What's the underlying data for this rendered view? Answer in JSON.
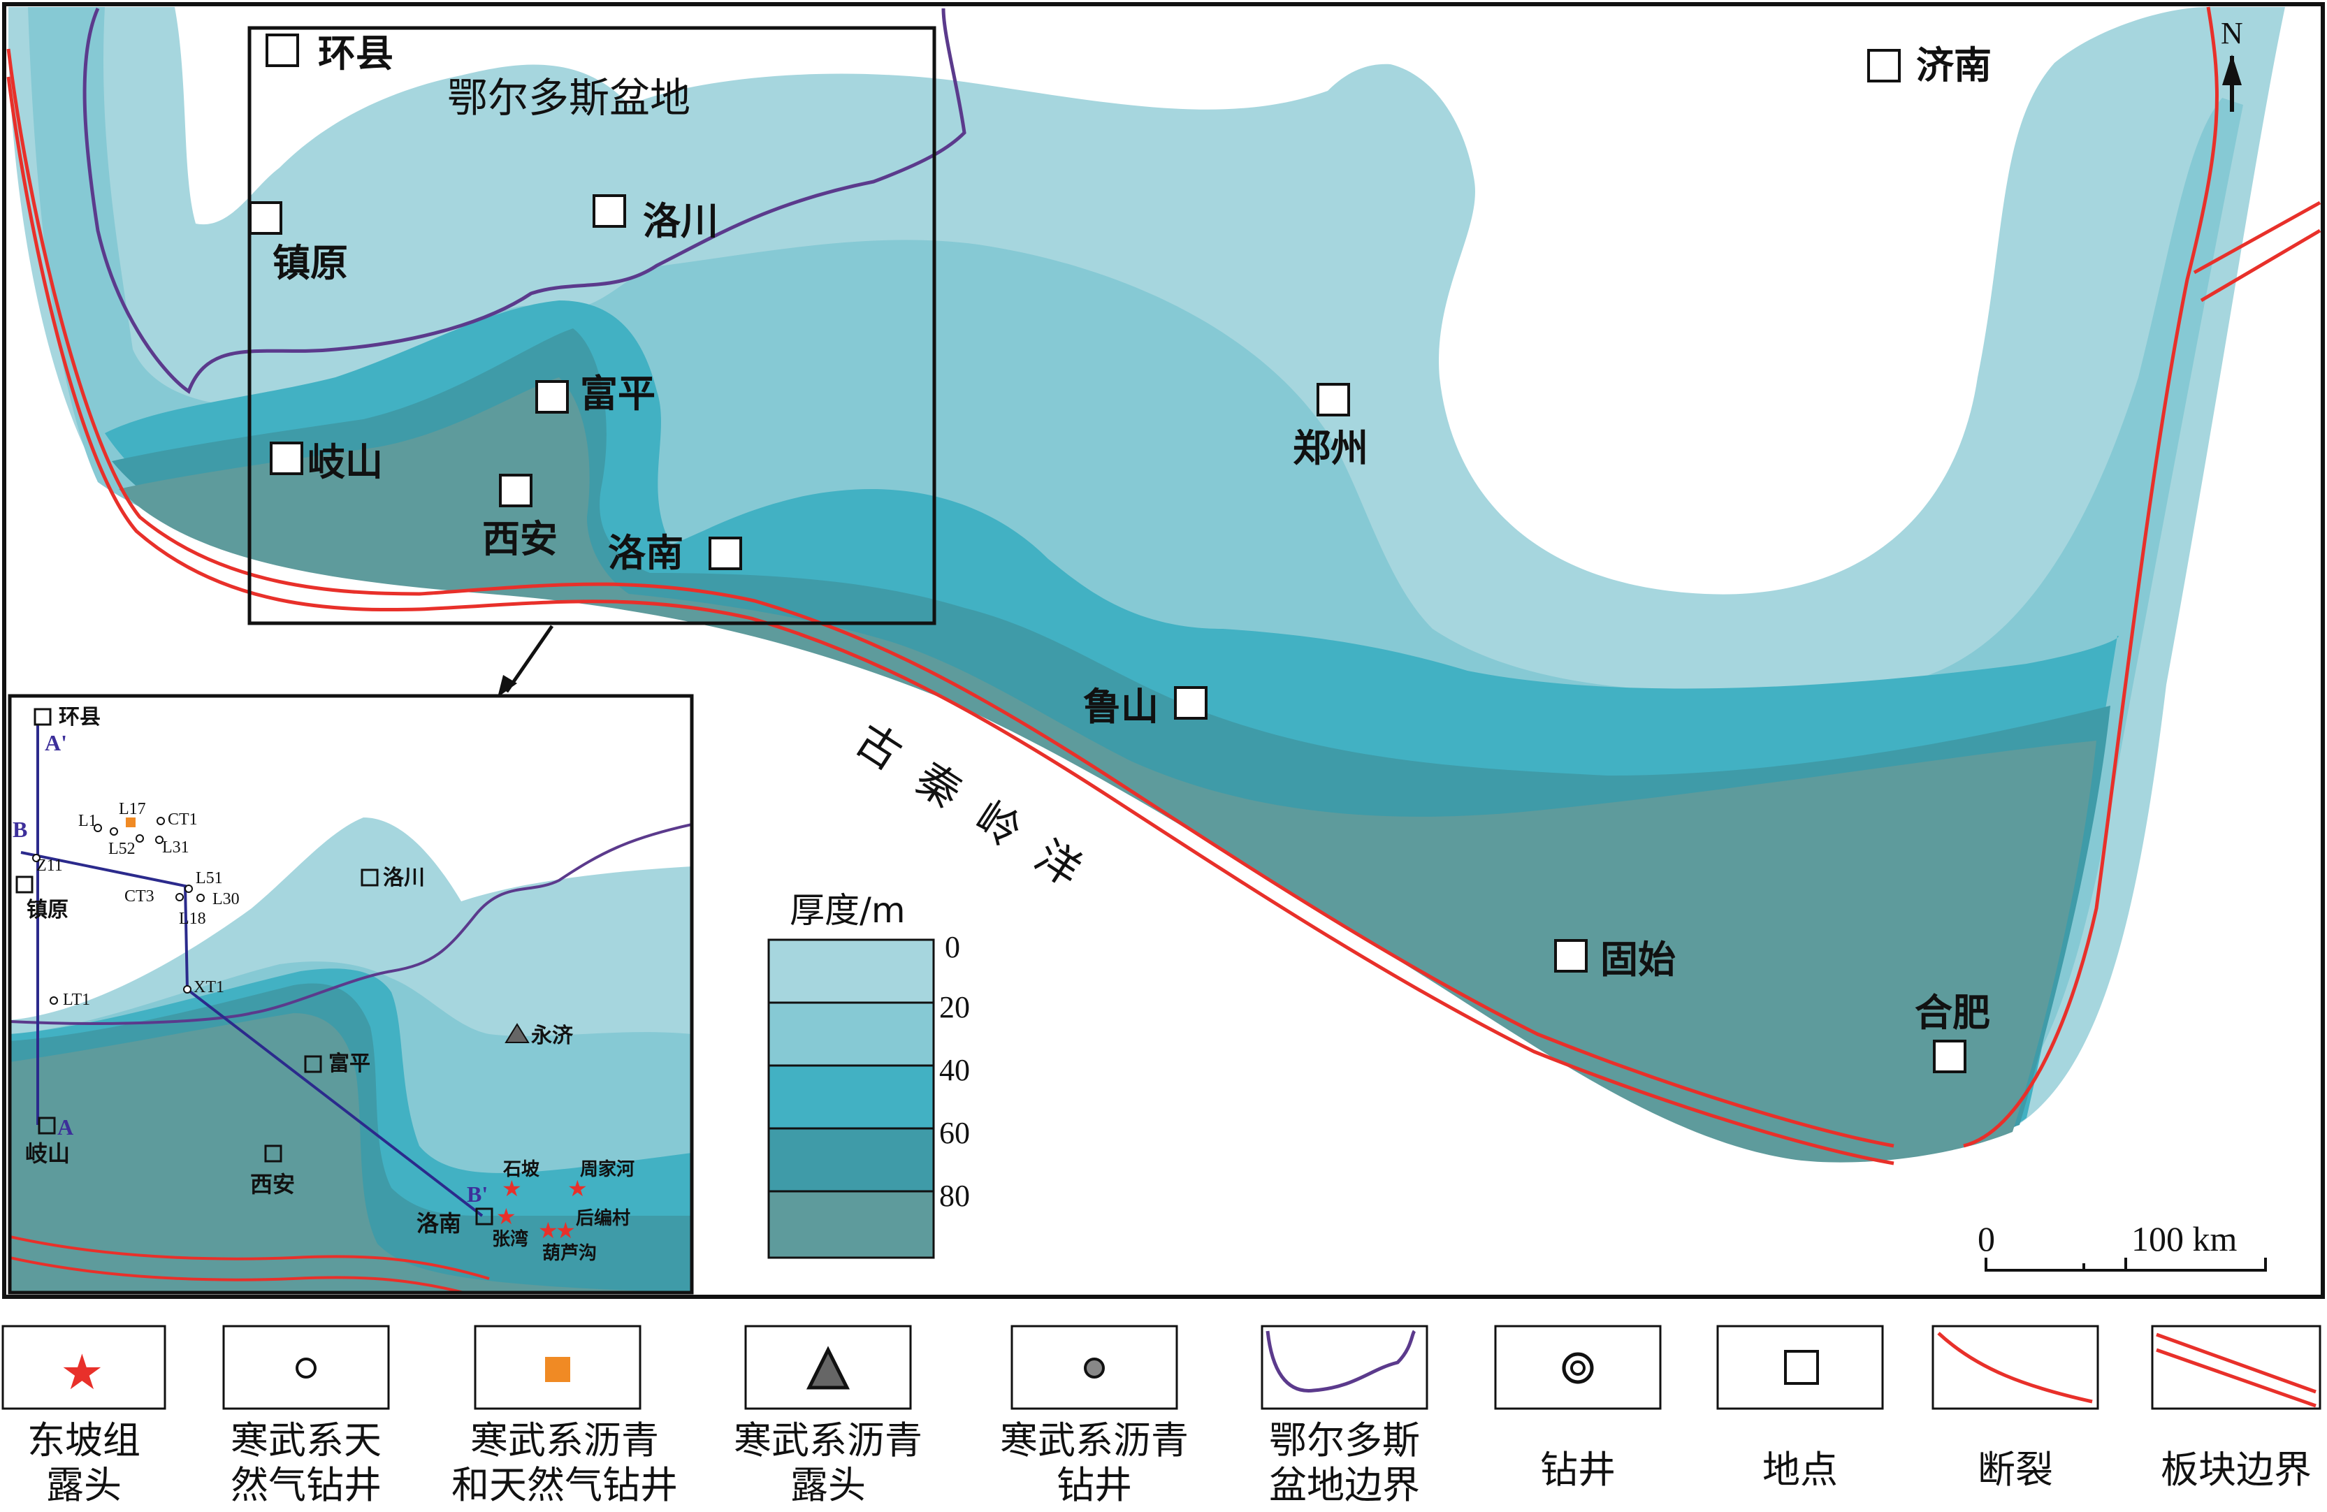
{
  "places_main": [
    {
      "id": "huanxian",
      "name": "环县"
    },
    {
      "id": "basin",
      "name": "鄂尔多斯盆地"
    },
    {
      "id": "luochuan",
      "name": "洛川"
    },
    {
      "id": "zhenyuan",
      "name": "镇原"
    },
    {
      "id": "fuping",
      "name": "富平"
    },
    {
      "id": "qishan",
      "name": "岐山"
    },
    {
      "id": "xian",
      "name": "西安"
    },
    {
      "id": "luonan",
      "name": "洛南"
    },
    {
      "id": "jinan",
      "name": "济南"
    },
    {
      "id": "zhengzhou",
      "name": "郑州"
    },
    {
      "id": "lushan",
      "name": "鲁山"
    },
    {
      "id": "gushi",
      "name": "固始"
    },
    {
      "id": "hefei",
      "name": "合肥"
    }
  ],
  "ocean_label": "古秦岭洋",
  "north_label": "N",
  "scale": {
    "zero": "0",
    "value": "100 km"
  },
  "thickness_legend": {
    "title": "厚度/m",
    "ticks": [
      "0",
      "20",
      "40",
      "60",
      "80"
    ],
    "colors": [
      "#a6d6de",
      "#86c9d4",
      "#42b1c3",
      "#3f9ba8",
      "#5e9b9c"
    ]
  },
  "inset": {
    "places": [
      {
        "id": "huanxian",
        "name": "环县"
      },
      {
        "id": "luochuan",
        "name": "洛川"
      },
      {
        "id": "zhenyuan",
        "name": "镇原"
      },
      {
        "id": "yongji",
        "name": "永济"
      },
      {
        "id": "fuping",
        "name": "富平"
      },
      {
        "id": "qishan",
        "name": "岐山"
      },
      {
        "id": "xian",
        "name": "西安"
      },
      {
        "id": "luonan",
        "name": "洛南"
      },
      {
        "id": "shipo",
        "name": "石坡"
      },
      {
        "id": "zhoujiahe",
        "name": "周家河"
      },
      {
        "id": "zhangwan",
        "name": "张湾"
      },
      {
        "id": "houpiancun",
        "name": "后编村"
      },
      {
        "id": "huluzhu",
        "name": "葫芦沟"
      }
    ],
    "wells": [
      "L17",
      "L1",
      "CT1",
      "L52",
      "L31",
      "Z11",
      "L51",
      "CT3",
      "L30",
      "L18",
      "XT1",
      "LT1"
    ],
    "section_labels": [
      "A'",
      "B",
      "A",
      "B'"
    ]
  },
  "legend": [
    {
      "symbol": "star",
      "label": "东坡组\n露头"
    },
    {
      "symbol": "open-circle",
      "label": "寒武系天\n然气钻井"
    },
    {
      "symbol": "orange-square",
      "label": "寒武系沥青\n和天然气钻井"
    },
    {
      "symbol": "triangle",
      "label": "寒武系沥青\n露头"
    },
    {
      "symbol": "gray-dot",
      "label": "寒武系沥青\n钻井"
    },
    {
      "symbol": "basin-boundary",
      "label": "鄂尔多斯\n盆地边界"
    },
    {
      "symbol": "double-circle",
      "label": "钻井"
    },
    {
      "symbol": "square",
      "label": "地点"
    },
    {
      "symbol": "fault",
      "label": "断裂"
    },
    {
      "symbol": "plate-boundary",
      "label": "板块边界"
    }
  ],
  "colors": {
    "fault": "#e8302a",
    "basin_boundary": "#5b3a8c",
    "section_line": "#2b2a8c",
    "orange": "#f08a24",
    "star": "#e8302a"
  }
}
